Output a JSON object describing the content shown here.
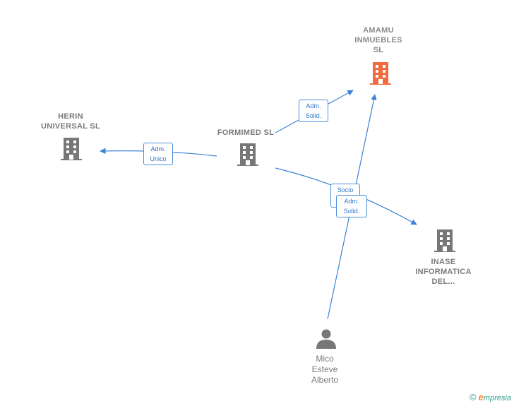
{
  "nodes": {
    "amamu": {
      "label": "AMAMU\nINMUEBLES\nSL",
      "color": "#f26a3d"
    },
    "herin": {
      "label": "HERIN\nUNIVERSAL SL",
      "color": "#777777"
    },
    "formimed": {
      "label": "FORMIMED SL",
      "color": "#777777"
    },
    "inase": {
      "label": "INASE\nINFORMATICA\nDEL...",
      "color": "#777777"
    },
    "mico": {
      "label": "Mico\nEsteve\nAlberto",
      "color": "#777777"
    }
  },
  "edges": {
    "formimed_amamu": "Adm.\nSolid.",
    "formimed_herin": "Adm.\nUnico",
    "formimed_inase": "Socio",
    "mico_amamu": "Adm.\nSolid."
  },
  "edge_color": "#3b82d6",
  "footer": {
    "copyright": "©",
    "brand_first": "e",
    "brand_rest": "mpresia"
  }
}
